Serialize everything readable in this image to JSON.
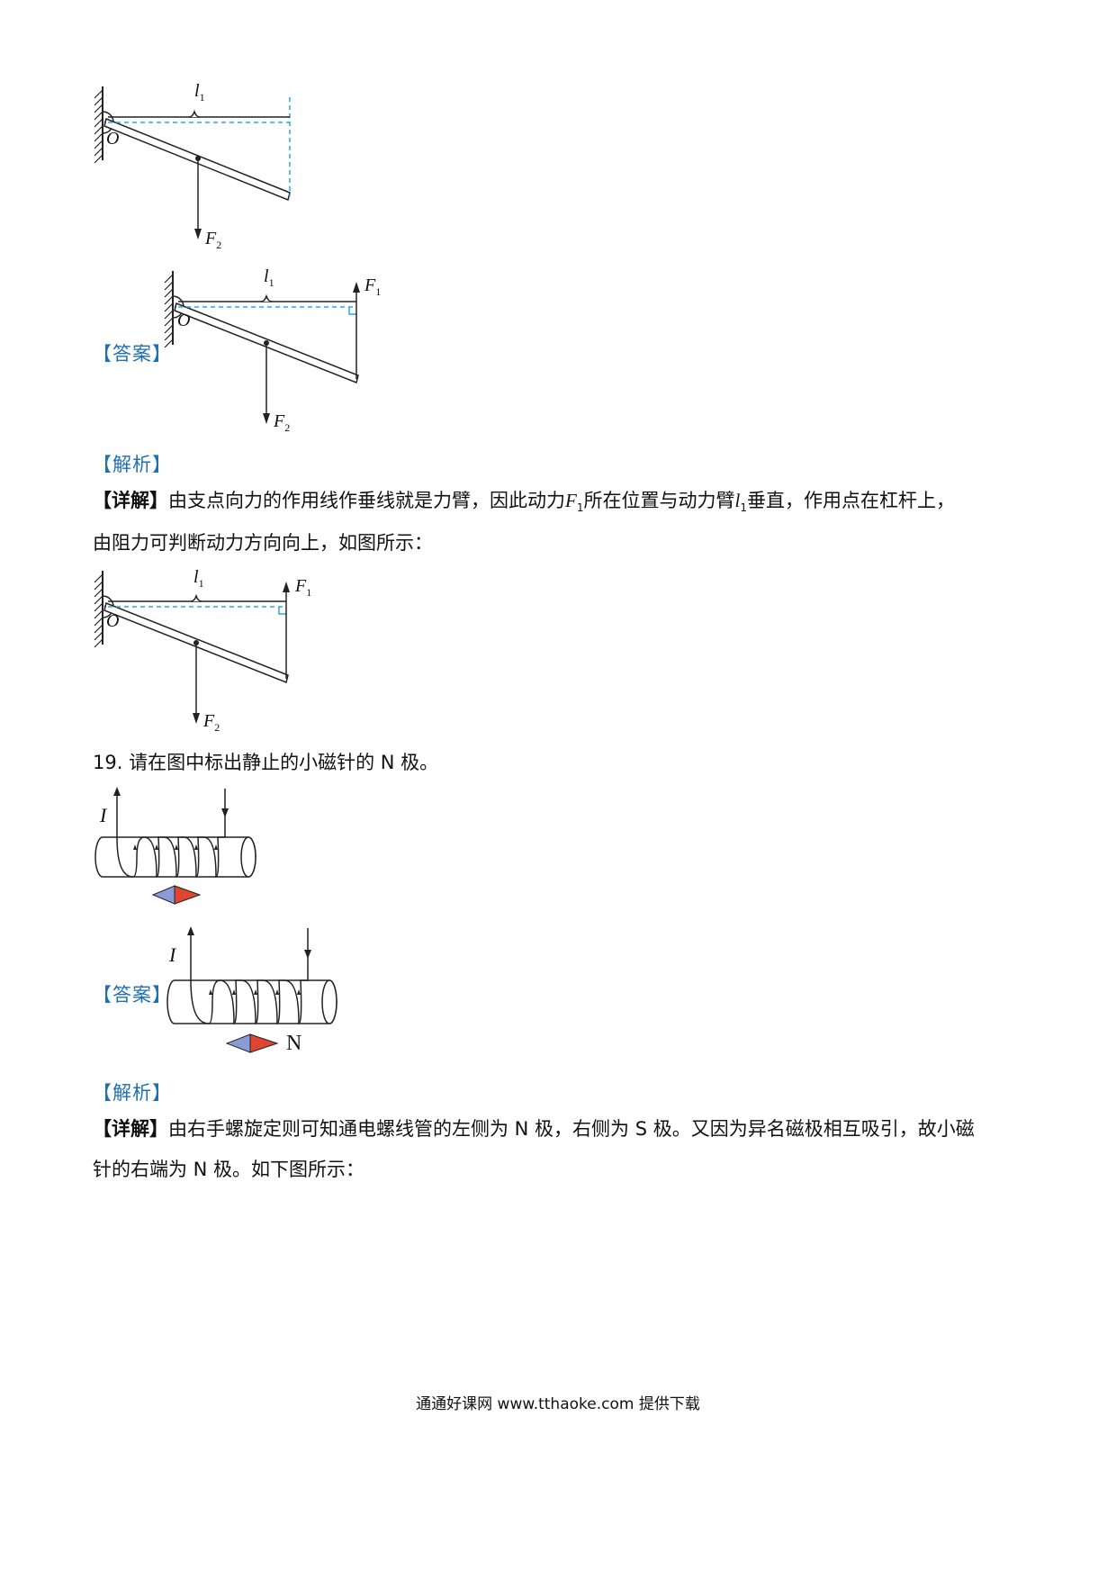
{
  "lever": {
    "l1": "l",
    "l1_sub": "1",
    "pivot": "O",
    "f1": "F",
    "f1_sub": "1",
    "f2": "F",
    "f2_sub": "2"
  },
  "tags": {
    "answer": "【答案】",
    "analysis": "【解析】",
    "detail": "【详解】"
  },
  "q18": {
    "detail_line1_a": "由支点向力的作用线作垂线就是力臂，因此动力",
    "detail_line1_f": "F",
    "detail_line1_fsub": "1",
    "detail_line1_b": "所在位置与动力臂",
    "detail_line1_l": "l",
    "detail_line1_lsub": "1",
    "detail_line1_c": "垂直，作用点在杠杆上，",
    "detail_line2": "由阻力可判断动力方向向上，如图所示："
  },
  "q19": {
    "question": "19. 请在图中标出静止的小磁针的 N 极。",
    "current_label": "I",
    "n_label": "N",
    "detail_line1": "由右手螺旋定则可知通电螺线管的左侧为 N 极，右侧为 S 极。又因为异名磁极相互吸引，故小磁",
    "detail_line2": "针的右端为 N 极。如下图所示："
  },
  "colors": {
    "blue_tag": "#1f6fb3",
    "dashed": "#2aa7e0",
    "needle_blue": "#8a9bd8",
    "needle_red": "#e0452f"
  },
  "footer": {
    "text": "通通好课网  www.tthaoke.com  提供下载"
  }
}
